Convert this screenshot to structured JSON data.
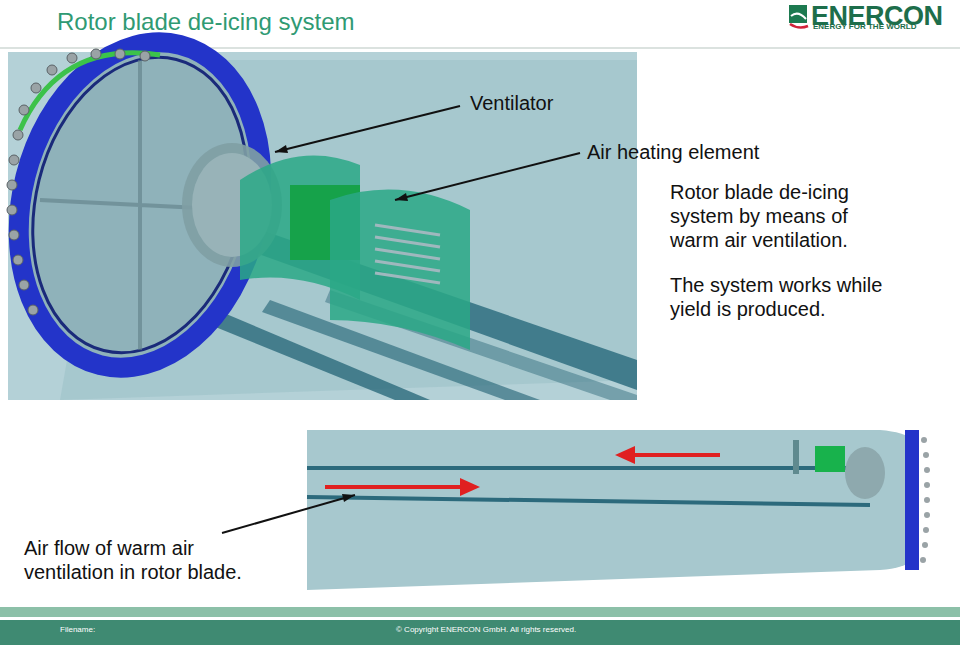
{
  "diagram": {
    "title": "Rotor blade de-icing system",
    "labels": [
      "ENERCON",
      "ENERGY FOR THE WORLD",
      "Ventilator",
      "Air heating element",
      "Rotor blade de-icing system by means of warm air ventilation.",
      "The system works while yield is produced.",
      "Air flow of warm air ventilation in rotor blade.",
      "Filename:",
      "© Copyright ENERCON GmbH. All rights reserved."
    ]
  }
}
